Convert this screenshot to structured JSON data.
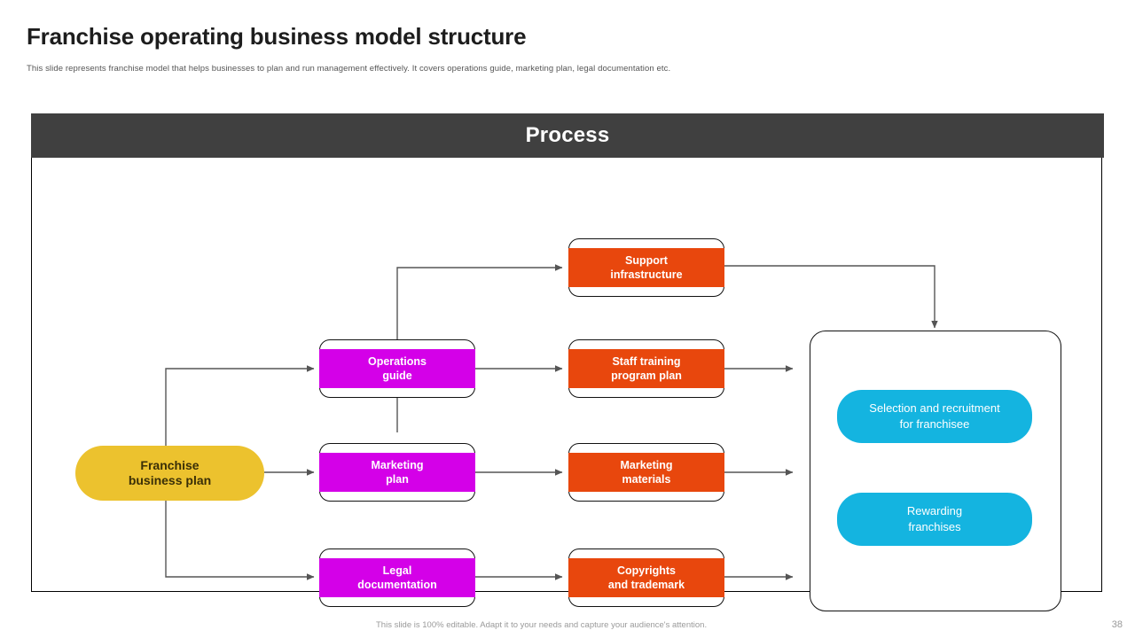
{
  "slide": {
    "title": "Franchise operating business model structure",
    "subtitle": "This slide represents franchise model that helps businesses to plan and run management effectively. It covers operations guide, marketing plan, legal documentation etc.",
    "footer_note": "This slide is 100% editable. Adapt it to your needs and capture your audience's attention.",
    "page_number": "38"
  },
  "panel": {
    "header_label": "Process"
  },
  "colors": {
    "header_bg": "#404040",
    "yellow": "#ecc22e",
    "magenta": "#d400e8",
    "orange": "#e8470d",
    "cyan": "#14b4e0",
    "connector": "#555555",
    "border": "#111111"
  },
  "diagram": {
    "start_node": {
      "label": "Franchise\nbusiness plan",
      "line1": "Franchise",
      "line2": "business plan",
      "shape": "pill",
      "color": "#ecc22e"
    },
    "middle_column": [
      {
        "line1": "Operations",
        "line2": "guide",
        "shape": "rounded-box",
        "color": "#d400e8"
      },
      {
        "line1": "Marketing",
        "line2": "plan",
        "shape": "rounded-box",
        "color": "#d400e8"
      },
      {
        "line1": "Legal",
        "line2": "documentation",
        "shape": "rounded-box",
        "color": "#d400e8"
      }
    ],
    "right_column": [
      {
        "line1": "Support",
        "line2": "infrastructure",
        "shape": "rounded-box",
        "color": "#e8470d"
      },
      {
        "line1": "Staff training",
        "line2": "program plan",
        "shape": "rounded-box",
        "color": "#e8470d"
      },
      {
        "line1": "Marketing",
        "line2": "materials",
        "shape": "rounded-box",
        "color": "#e8470d"
      },
      {
        "line1": "Copyrights",
        "line2": "and trademark",
        "shape": "rounded-box",
        "color": "#e8470d"
      }
    ],
    "outcome_group": [
      {
        "line1": "Selection and recruitment",
        "line2": "for franchisee",
        "shape": "rounded",
        "color": "#14b4e0"
      },
      {
        "line1": "Rewarding",
        "line2": "franchises",
        "shape": "rounded",
        "color": "#14b4e0"
      }
    ]
  }
}
